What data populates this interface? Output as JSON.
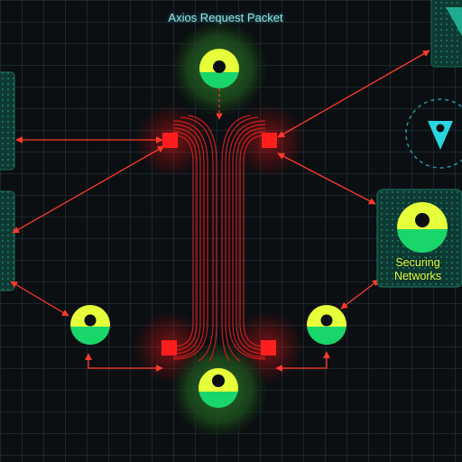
{
  "diagram": {
    "title": "Axios Request Packet",
    "card_label_line1": "Securing",
    "card_label_line2": "Networks"
  },
  "colors": {
    "background": "#0b0f12",
    "accent_red": "#ff2a2a",
    "node_yellow": "#e6ff3a",
    "node_green": "#19d66b",
    "cyan": "#29d6e0",
    "panel_teal": "#0d3c36"
  }
}
